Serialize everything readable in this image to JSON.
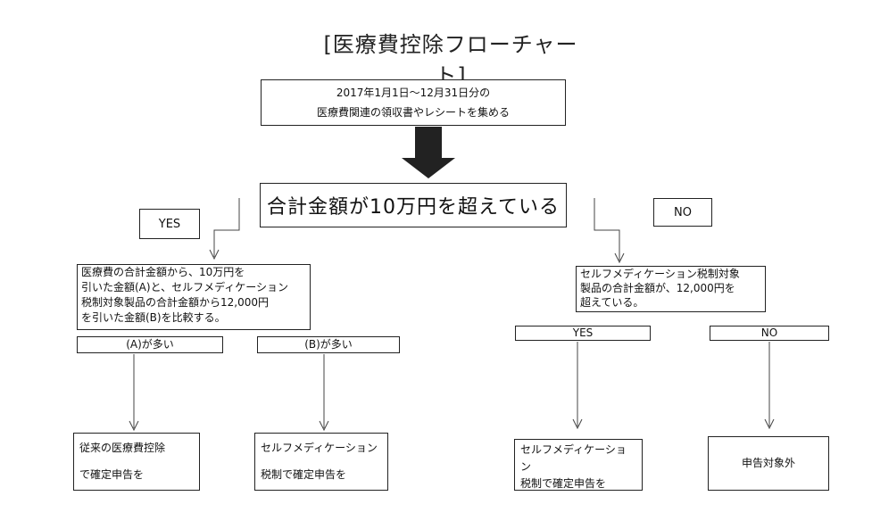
{
  "title": "[医療費控除フローチャート]",
  "start": {
    "line1": "2017年1月1日～12月31日分の",
    "line2": "医療費関連の領収書やレシートを集める"
  },
  "decision": "合計金額が10万円を超えている",
  "yes_label": "YES",
  "no_label": "NO",
  "compare_box": {
    "lines": [
      "医療費の合計金額から、10万円を",
      "引いた金額(A)と、セルフメディケーション",
      "税制対象製品の合計金額から12,000円",
      "を引いた金額(B)を比較する。"
    ]
  },
  "a_more": "(A)が多い",
  "b_more": "(B)が多い",
  "result_a": {
    "line1": "従来の医療費控除",
    "line2": "で確定申告を"
  },
  "result_b": {
    "line1": "セルフメディケーション",
    "line2": "税制で確定申告を"
  },
  "self_med_box": {
    "lines": [
      "セルフメディケーション税制対象",
      "製品の合計金額が、12,000円を",
      "超えている。"
    ]
  },
  "yes2_label": "YES",
  "no2_label": "NO",
  "result_c": {
    "line1": "セルフメディケーション",
    "line2": "税制で確定申告を"
  },
  "result_d": "申告対象外"
}
